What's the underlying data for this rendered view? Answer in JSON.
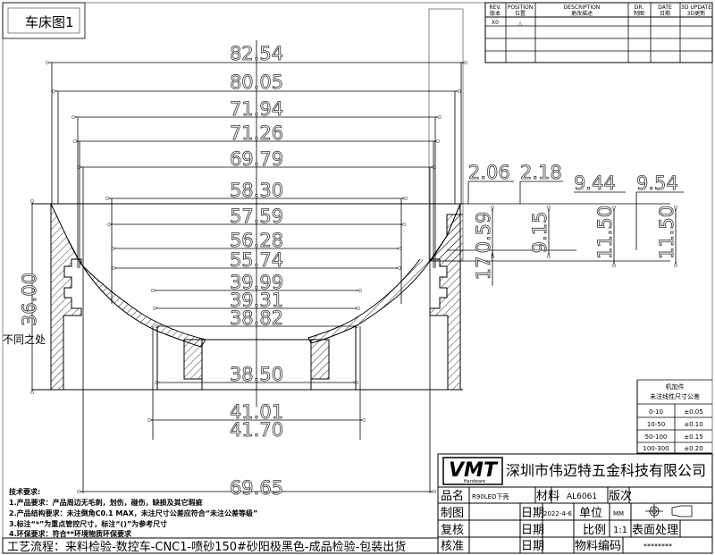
{
  "view_label": "车床图1",
  "note_label": "不同之处",
  "dimensions": {
    "d82_54": "82.54",
    "d80_05": "80.05",
    "d71_94": "71.94",
    "d71_26": "71.26",
    "d69_79": "69.79",
    "d58_30": "58.30",
    "d57_59": "57.59",
    "d56_28": "56.28",
    "d55_74": "55.74",
    "d39_99": "39.99",
    "d39_31": "39.31",
    "d38_82": "38.82",
    "d38_50": "38.50",
    "d41_01": "41.01",
    "d41_70": "41.70",
    "d69_65": "69.65",
    "d36_00": "36.00",
    "d2_06": "2.06",
    "d2_18": "2.18",
    "d9_44": "9.44",
    "d9_54": "9.54",
    "d0_59": "0.59",
    "d9_15": "9.15",
    "d11_50a": "11.50",
    "d11_50b": "11.50",
    "d17": "17"
  },
  "revision_table": {
    "headers": [
      {
        "en": "REV.",
        "cn": "版本"
      },
      {
        "en": "POSITION",
        "cn": "位置"
      },
      {
        "en": "DESCRIPTION",
        "cn": "更改描述"
      },
      {
        "en": "DR.",
        "cn": "制图"
      },
      {
        "en": "DATE",
        "cn": "日期"
      },
      {
        "en": "3D UPDATE",
        "cn": "3D更新"
      }
    ],
    "rows": [
      [
        "X0",
        "△",
        "",
        "",
        "",
        ""
      ]
    ]
  },
  "tolerance_table": {
    "title1": "机加件",
    "title2": "未注线性尺寸公差",
    "rows": [
      [
        "0-10",
        "±0.05"
      ],
      [
        "10-50",
        "±0.10"
      ],
      [
        "50-100",
        "±0.15"
      ],
      [
        "100-300",
        "±0.20"
      ]
    ]
  },
  "requirements": {
    "title": "技术要求:",
    "items": [
      "1.产品要求：产品周边无毛刺，划伤，碰伤，缺损及其它瑕疵",
      "2.产品结构要求：未注倒角C0.1 MAX，未注尺寸公差应符合“未注公差等级”",
      "3.标注“*”为重点管控尺寸，标注“()”为参考尺寸",
      "4.环保要求：符合**环境物质环保要求"
    ],
    "process": "工艺流程：来料检验-数控车-CNC1-喷砂150#砂阳极黑色-成品检验-包装出货"
  },
  "title_block": {
    "logo": "VMT",
    "logo_sub": "Hardware",
    "company": "深圳市伟迈特五金科技有限公司",
    "product_name_label": "品名",
    "product_name": "R90LED下壳",
    "material_label": "材料",
    "material": "AL6061",
    "version_label": "版次",
    "version": "",
    "drawn_label": "制图",
    "drawn": "",
    "date_label": "日期",
    "drawn_date": "2022-4-6",
    "unit_label": "单位",
    "unit": "MM",
    "check_label": "复核",
    "check": "",
    "check_date": "",
    "scale_label": "比例",
    "scale": "1:1",
    "surface_label": "表面处理",
    "surface": "",
    "approve_label": "核准",
    "approve": "",
    "approve_date": "",
    "part_no_label": "物料编码",
    "part_no": "********",
    "projection_icon": "first-angle-projection-symbol"
  }
}
